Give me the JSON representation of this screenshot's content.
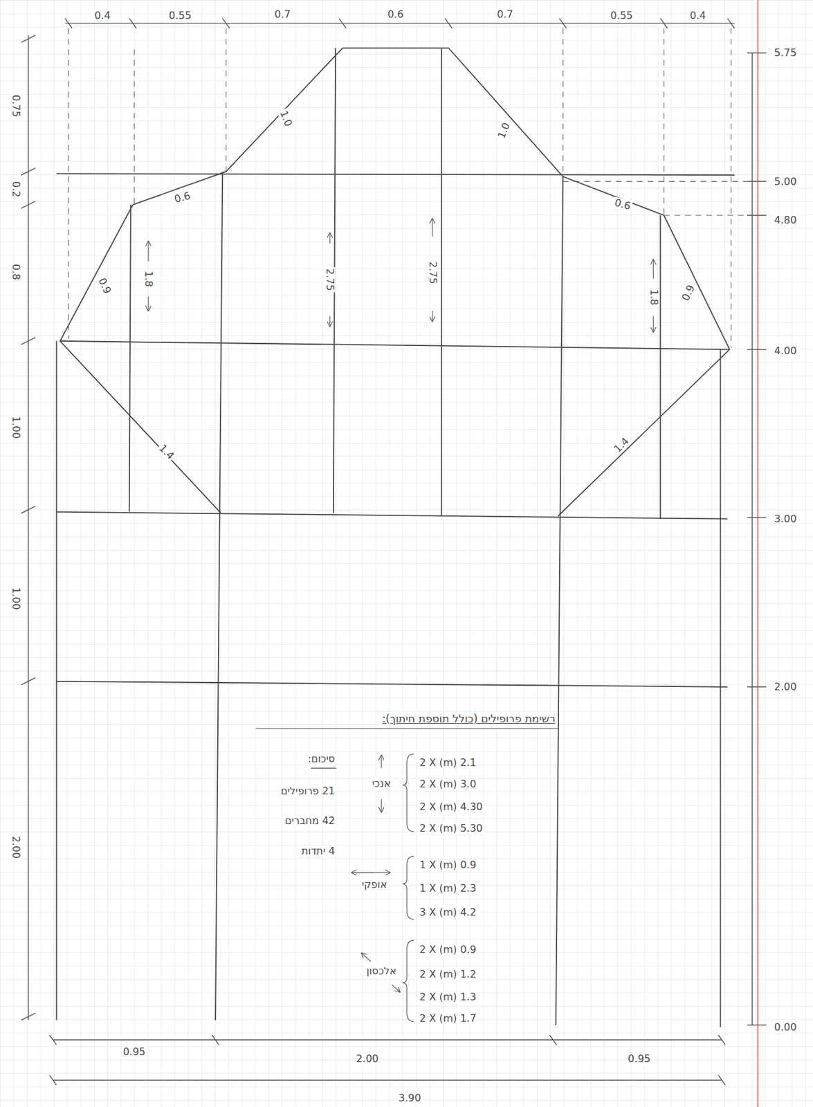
{
  "diagram": {
    "labels": [
      "0.4",
      "0.55",
      "0.7",
      "0.6",
      "0.7",
      "0.55",
      "0.4",
      "0.75",
      "0.2",
      "0.8",
      "1.00",
      "1.00",
      "2.00",
      "5.75",
      "5.00",
      "4.80",
      "4.00",
      "3.00",
      "2.00",
      "0.00",
      "1.0",
      "1.0",
      "0.6",
      "0.6",
      "0.9",
      "0.9",
      "1.4",
      "1.4",
      "1.8",
      "2.75",
      "2.75",
      "1.8",
      "0.95",
      "2.00",
      "0.95",
      "3.90",
      "רשימת פרופילים (כולל תוספת חיתוך):",
      "סיכום:",
      "21 פרופילים",
      "42 מחברים",
      "4 יתדות",
      "אנכי",
      "2 X (m) 2.1",
      "2 X (m) 3.0",
      "2 X (m) 4.30",
      "2 X (m) 5.30",
      "אופקי",
      "1 X (m) 0.9",
      "1 X (m) 2.3",
      "3 X (m) 4.2",
      "אלכסון",
      "2 X (m) 0.9",
      "2 X (m) 1.2",
      "2 X (m) 1.3",
      "2 X (m) 1.7"
    ]
  }
}
